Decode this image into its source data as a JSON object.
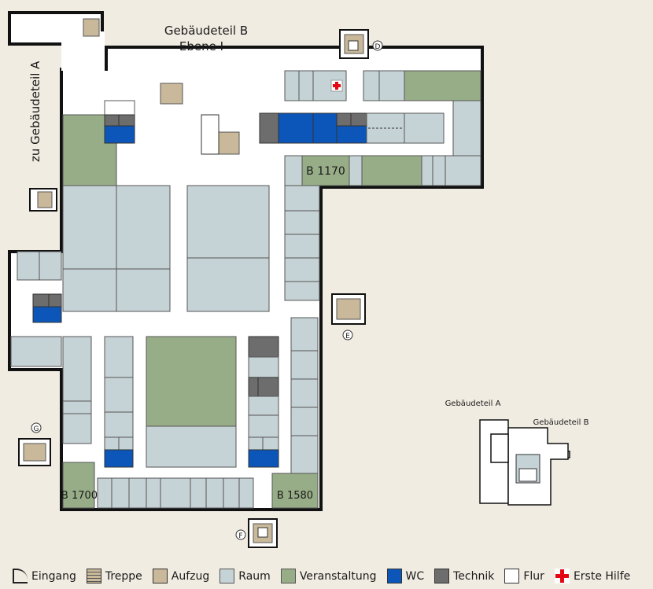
{
  "map": {
    "title_line1": "Gebäudeteil B",
    "title_line2": "Ebene I",
    "side_label": "zu Gebäudeteil A",
    "rooms": {
      "b1170": "B 1170",
      "b1700": "B 1700",
      "b1580": "B 1580"
    },
    "entrances": {
      "d": "D",
      "e": "E",
      "f": "F",
      "g": "G"
    },
    "overview": {
      "part_a": "Gebäudeteil A",
      "part_b": "Gebäudeteil B"
    }
  },
  "legend": {
    "eingang": "Eingang",
    "treppe": "Treppe",
    "aufzug": "Aufzug",
    "raum": "Raum",
    "veranstaltung": "Veranstaltung",
    "wc": "WC",
    "technik": "Technik",
    "flur": "Flur",
    "erste_hilfe": "Erste Hilfe"
  },
  "colors": {
    "raum": "#c6d3d6",
    "veranstaltung": "#97ad87",
    "wc": "#0b56b8",
    "technik": "#6d6d6d",
    "flur": "#ffffff",
    "erste_hilfe": "#e30613",
    "background": "#f1ece2"
  }
}
